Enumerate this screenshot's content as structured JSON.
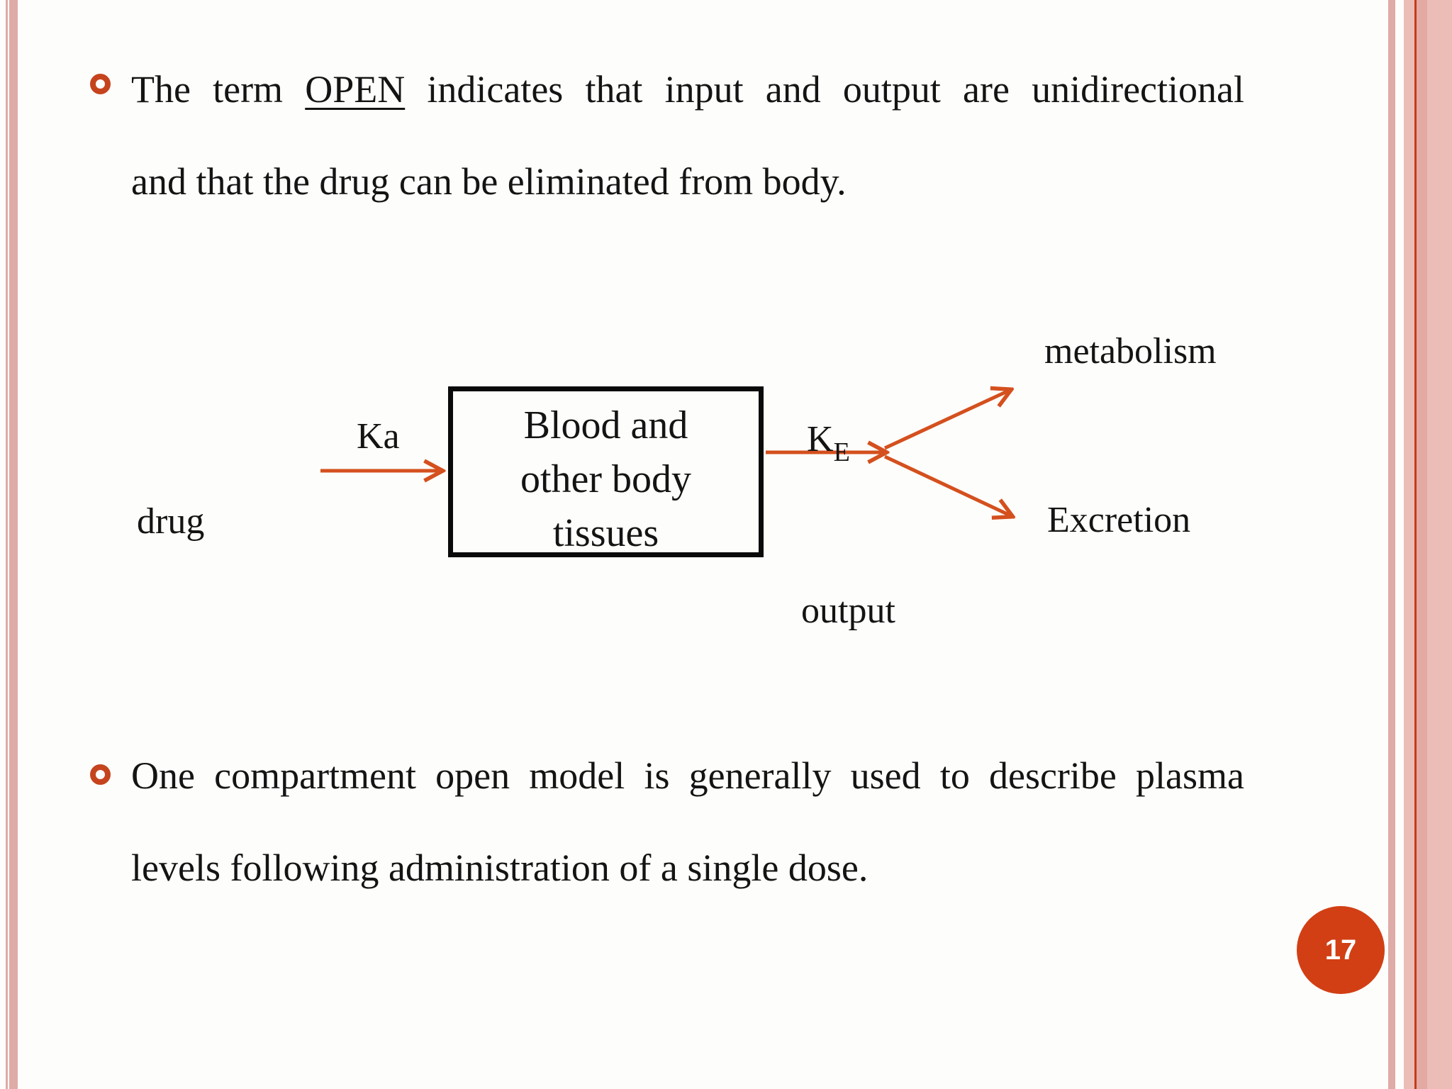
{
  "colors": {
    "background": "#fdfdfb",
    "border_stripe": "#dfaba6",
    "border_band": "#ecbcb6",
    "border_band_line": "#c43c1c",
    "border_band_stripe": "#e2aaa3",
    "bullet_ring": "#c5441e",
    "arrow": "#d4501e",
    "page_circle": "#d23f14",
    "text": "#141414"
  },
  "bullet1": {
    "line1_pre": "The term ",
    "line1_underlined": "OPEN",
    "line1_post": " indicates that input and output are unidirectional",
    "line2": "and that the drug can be eliminated from body."
  },
  "diagram": {
    "drug_label": "drug",
    "ka_label": "Ka",
    "box_lines": [
      "Blood and",
      "other body",
      "tissues"
    ],
    "ke_main": "K",
    "ke_sub": "E",
    "metabolism_label": "metabolism",
    "excretion_label": "Excretion",
    "output_label": "output"
  },
  "bullet2": {
    "line1": "One compartment open model is generally used to describe plasma",
    "line2": "levels following administration of a single dose."
  },
  "footer": {
    "page_number": "17"
  }
}
